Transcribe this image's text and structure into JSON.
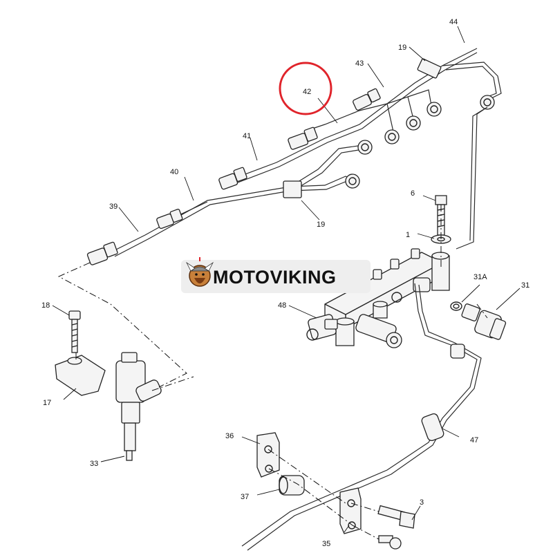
{
  "brand": {
    "text": "MOTOVIKING",
    "highlight_color": "#e0242b",
    "banner_color": "#eeeeee"
  },
  "highlight": {
    "callout": "42"
  },
  "callouts": {
    "c1": "1",
    "c3": "3",
    "c6": "6",
    "c17": "17",
    "c18": "18",
    "c19a": "19",
    "c19b": "19",
    "c31": "31",
    "c31a": "31A",
    "c33": "33",
    "c35": "35",
    "c36": "36",
    "c37": "37",
    "c39": "39",
    "c40": "40",
    "c41": "41",
    "c42": "42",
    "c43": "43",
    "c44": "44",
    "c47": "47",
    "c48": "48"
  }
}
